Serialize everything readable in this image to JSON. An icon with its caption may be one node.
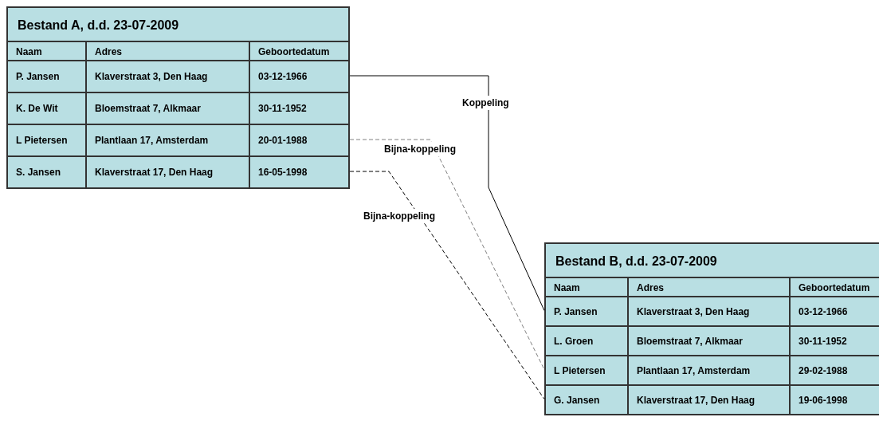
{
  "diagram": {
    "nodes": [
      {
        "text": [
          "Bestand A, d.d. 23-07-2009"
        ]
      },
      {
        "text": [
          "Naam",
          "Adres",
          "Geboortedatum"
        ],
        "in": 0
      },
      {
        "text": [
          "P. Jansen",
          "Klaverstraat 3, Den Haag",
          "03-12-1966"
        ],
        "in": 0
      },
      {
        "text": [
          "K. De Wit",
          "Bloemstraat 7, Alkmaar",
          "30-11-1952"
        ],
        "in": 0
      },
      {
        "text": [
          "L Pietersen",
          "Plantlaan 17, Amsterdam",
          "20-01-1988"
        ],
        "in": 0
      },
      {
        "text": [
          "S. Jansen",
          "Klaverstraat 17, Den Haag",
          "16-05-1998"
        ],
        "in": 0
      },
      {
        "text": [
          "Bestand B, d.d. 23-07-2009"
        ]
      },
      {
        "text": [
          "Naam",
          "Adres",
          "Geboortedatum"
        ],
        "in": 6
      },
      {
        "text": [
          "P. Jansen",
          "Klaverstraat 3, Den Haag",
          "03-12-1966"
        ],
        "in": 6
      },
      {
        "text": [
          "L. Groen",
          "Bloemstraat 7, Alkmaar",
          "30-11-1952"
        ],
        "in": 6
      },
      {
        "text": [
          "L Pietersen",
          "Plantlaan 17, Amsterdam",
          "29-02-1988"
        ],
        "in": 6
      },
      {
        "text": [
          "G. Jansen",
          "Klaverstraat 17, Den Haag",
          "19-06-1998"
        ],
        "in": 6
      }
    ],
    "edges": [
      {
        "from": 2,
        "to": 8,
        "arrow": "none",
        "label": "Koppeling"
      },
      {
        "from": 4,
        "to": 10,
        "arrow": "none",
        "label": "Bijna-koppeling",
        "style": "dashed",
        "color": "#808080"
      },
      {
        "from": 5,
        "to": 11,
        "arrow": "none",
        "label": "Bijna-koppeling",
        "style": "dashed"
      }
    ]
  }
}
